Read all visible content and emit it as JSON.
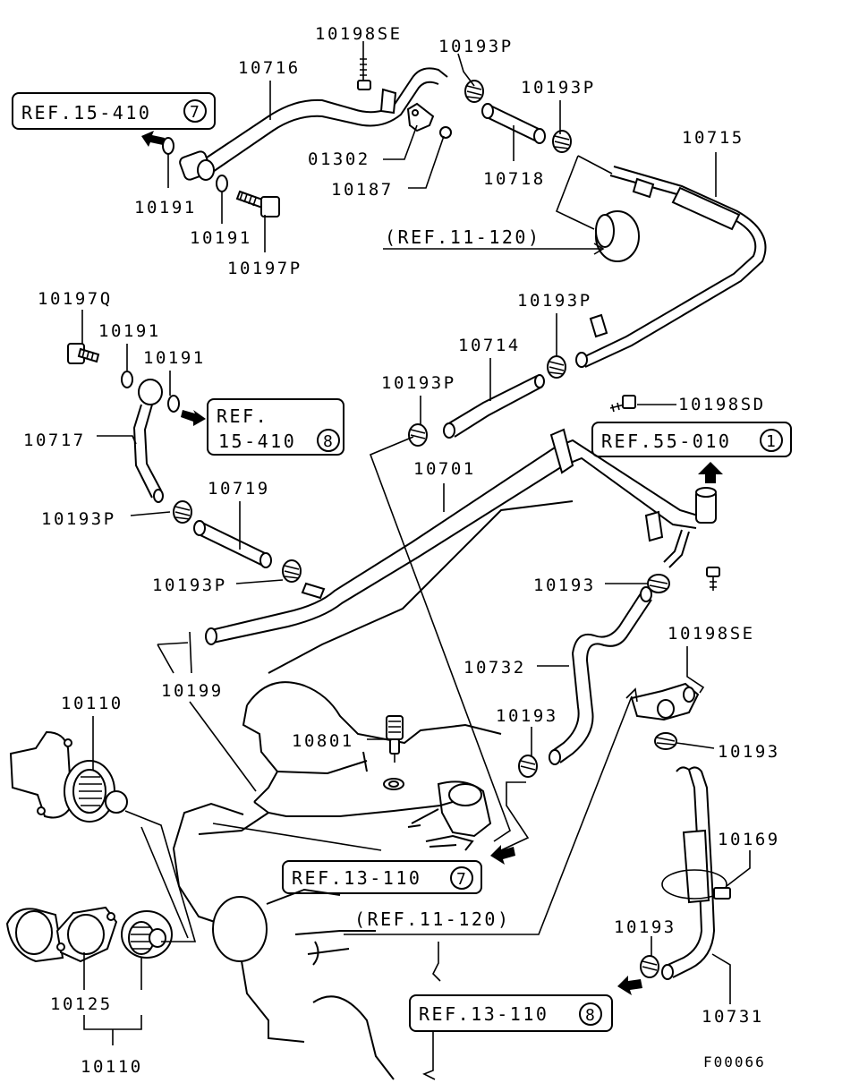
{
  "parts": {
    "p10198SE_top": "10198SE",
    "p10193P_a": "10193P",
    "p10716": "10716",
    "p10193P_b": "10193P",
    "p01302": "01302",
    "p10187": "10187",
    "p10191_a": "10191",
    "p10718": "10718",
    "p10715": "10715",
    "p10191_b": "10191",
    "p10197P": "10197P",
    "p10197Q": "10197Q",
    "p10191_c": "10191",
    "p10191_d": "10191",
    "p10193P_c": "10193P",
    "p10714": "10714",
    "p10193P_d": "10193P",
    "p10198SD": "10198SD",
    "p10717": "10717",
    "p10701": "10701",
    "p10719": "10719",
    "p10193P_e": "10193P",
    "p10193P_f": "10193P",
    "p10193_a": "10193",
    "p10198SE_mid": "10198SE",
    "p10732": "10732",
    "p10199": "10199",
    "p10110_top": "10110",
    "p10193_b": "10193",
    "p10801": "10801",
    "p10193_c": "10193",
    "p10169": "10169",
    "p10193_d": "10193",
    "p10125": "10125",
    "p10731": "10731",
    "p10110_bottom": "10110"
  },
  "refs": {
    "ref_15_410_7": {
      "text": "REF.15-410",
      "circle": "7"
    },
    "ref_11_120_top": {
      "text": "(REF.11-120)"
    },
    "ref_15_410_8_line1": "REF.",
    "ref_15_410_8_line2": "15-410",
    "ref_15_410_8_circle": "8",
    "ref_55_010_1": {
      "text": "REF.55-010",
      "circle": "1"
    },
    "ref_13_110_7": {
      "text": "REF.13-110",
      "circle": "7"
    },
    "ref_11_120_bottom": {
      "text": "(REF.11-120)"
    },
    "ref_13_110_8": {
      "text": "REF.13-110",
      "circle": "8"
    }
  },
  "figure_code": "F00066"
}
